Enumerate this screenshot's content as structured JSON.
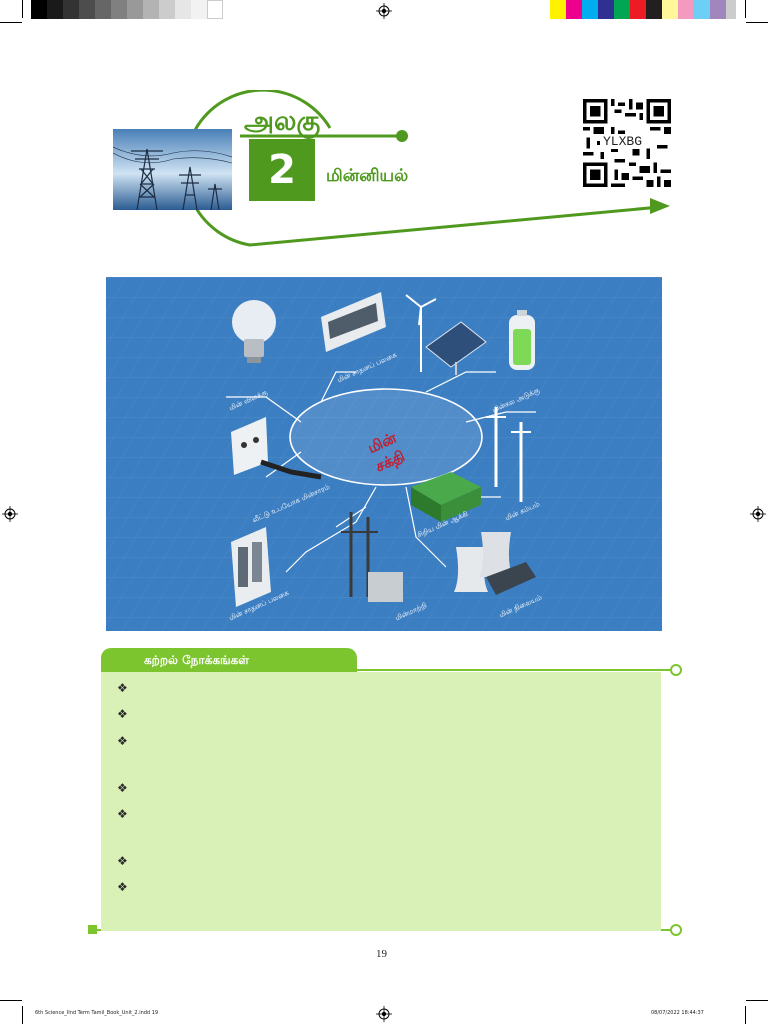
{
  "header": {
    "unit_label": "அலகு",
    "unit_number": "2",
    "unit_title": "மின்னியல்",
    "qr_code": "YLXBG"
  },
  "infographic": {
    "center_label_line1": "மின்",
    "center_label_line2": "சக்தி",
    "labels": [
      "மின் விளக்கு",
      "மின் சாதனப் பலகை",
      "மின்கல அடுக்கு",
      "வீட்டு உபயோக மின்சாரம்",
      "சிறிய மின் ஆக்கி",
      "மின் கம்பம்",
      "மின் சாதனப் பலகை",
      "மின்மாற்றி",
      "மின் நிலையம்"
    ]
  },
  "objectives": {
    "title": "கற்றல் நோக்கங்கள்",
    "bullet_symbol": "❖",
    "items": [
      "",
      "",
      "",
      "",
      "",
      "",
      ""
    ]
  },
  "footer": {
    "page_number": "19",
    "slug_left": "6th Science_IInd Term Tamil_Book_Unit_2.indd   19",
    "slug_right": "08/07/2022   18:44:37"
  },
  "colors": {
    "accent_green": "#4f9a1e",
    "light_green": "#7cc52e",
    "panel_green": "#d9f0b6",
    "infographic_blue": "#3c7ec2",
    "center_red": "#c11f2f"
  }
}
